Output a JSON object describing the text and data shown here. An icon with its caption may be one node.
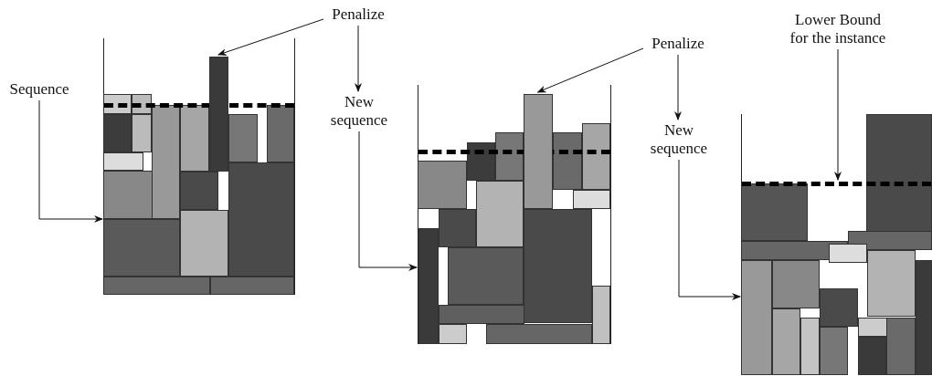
{
  "diagram": {
    "nodes": [
      {
        "text": [
          "Sequence"
        ]
      },
      {
        "text": [],
        "shape": "box"
      },
      {
        "text": [],
        "shape": "bar",
        "in": 1
      },
      {
        "text": [
          "Penalize"
        ]
      },
      {
        "text": [
          "New sequence"
        ]
      },
      {
        "text": [],
        "shape": "box"
      },
      {
        "text": [],
        "shape": "bar",
        "in": 5
      },
      {
        "text": [
          "Penalize"
        ]
      },
      {
        "text": [
          "New sequence"
        ]
      },
      {
        "text": [],
        "shape": "box"
      },
      {
        "text": [],
        "shape": "line",
        "in": 9
      },
      {
        "text": [
          "Lower Bound for the instance"
        ]
      }
    ],
    "edges": [
      {
        "from": 0,
        "to": 1,
        "arrow": "to"
      },
      {
        "from": 3,
        "to": 2,
        "arrow": "to"
      },
      {
        "from": 3,
        "to": 4,
        "arrow": "to"
      },
      {
        "from": 4,
        "to": 5,
        "arrow": "to"
      },
      {
        "from": 7,
        "to": 6,
        "arrow": "to"
      },
      {
        "from": 7,
        "to": 8,
        "arrow": "to"
      },
      {
        "from": 8,
        "to": 9,
        "arrow": "to"
      },
      {
        "from": 11,
        "to": 10,
        "arrow": "to"
      }
    ]
  }
}
